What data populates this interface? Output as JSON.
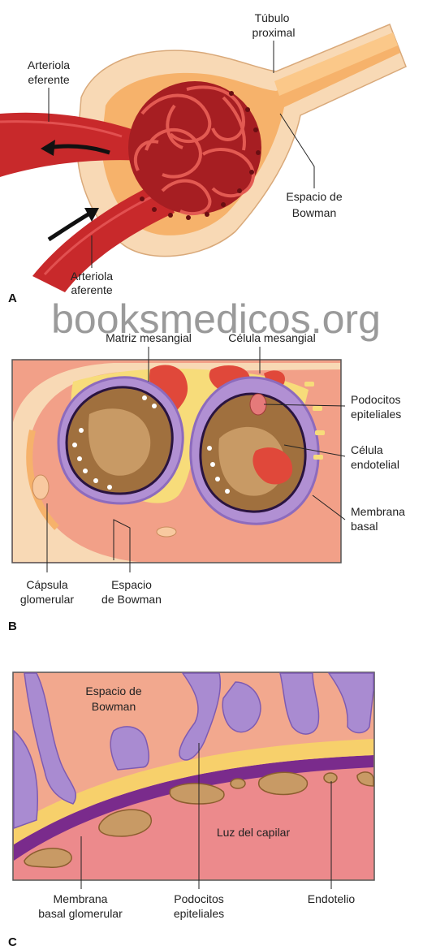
{
  "watermark": "booksmedicos.org",
  "panel_a": {
    "letter": "A",
    "tubulo_line1": "Túbulo",
    "tubulo_line2": "proximal",
    "eferente_line1": "Arteriola",
    "eferente_line2": "eferente",
    "bowman_line1": "Espacio de",
    "bowman_line2": "Bowman",
    "aferente_line1": "Arteriola",
    "aferente_line2": "aferente"
  },
  "panel_b": {
    "letter": "B",
    "matriz": "Matriz mesangial",
    "celula_mesangial": "Célula mesangial",
    "podocitos_line1": "Podocitos",
    "podocitos_line2": "epiteliales",
    "endotelial_line1": "Célula",
    "endotelial_line2": "endotelial",
    "membrana_line1": "Membrana",
    "membrana_line2": "basal",
    "capsula_line1": "Cápsula",
    "capsula_line2": "glomerular",
    "espacio_line1": "Espacio",
    "espacio_line2": "de Bowman"
  },
  "panel_c": {
    "letter": "C",
    "espacio_line1": "Espacio de",
    "espacio_line2": "Bowman",
    "luz": "Luz del capilar",
    "membrana_line1": "Membrana",
    "membrana_line2": "basal glomerular",
    "podocitos_line1": "Podocitos",
    "podocitos_line2": "epiteliales",
    "endotelio": "Endotelio"
  }
}
